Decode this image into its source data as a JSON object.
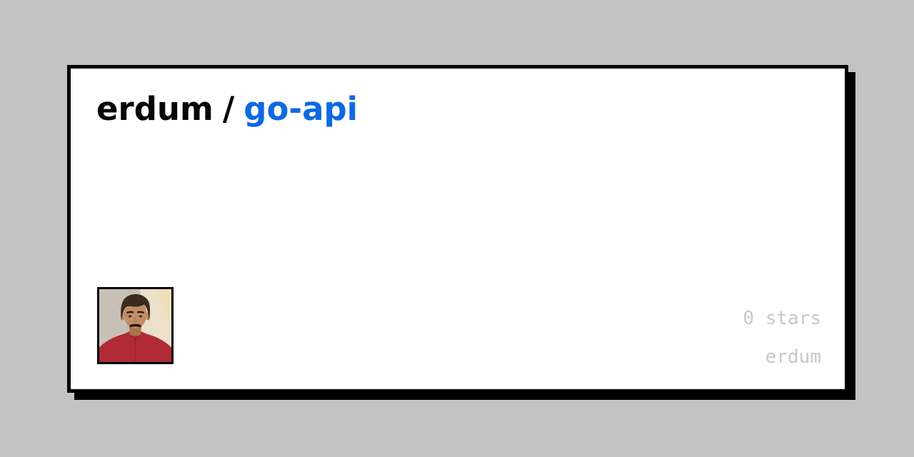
{
  "window": {
    "background": "#c3c3c3"
  },
  "card": {
    "background": "#ffffff",
    "border_color": "#000000",
    "shadow_color": "#000000",
    "title": {
      "owner": "erdum",
      "separator": "/",
      "repo": "go-api",
      "owner_color": "#060606",
      "separator_color": "#060606",
      "repo_color": "#0d69e1"
    },
    "stats": {
      "stars": "0 stars",
      "owner": "erdum",
      "text_color": "#c8c8c8"
    },
    "avatar": {
      "alt": "owner avatar photo",
      "border_color": "#000000",
      "colors": {
        "wall_left": "#c7c0b7",
        "wall_right": "#ece0cb",
        "warm_light": "#f3ddb2",
        "hair": "#3a2a20",
        "skin": "#c28e68",
        "skin_shadow": "#a9754e",
        "shirt": "#b02a38",
        "shirt_dark": "#8c1f2c",
        "facial_hair": "#2c1b12",
        "eye": "#31200f"
      }
    }
  }
}
